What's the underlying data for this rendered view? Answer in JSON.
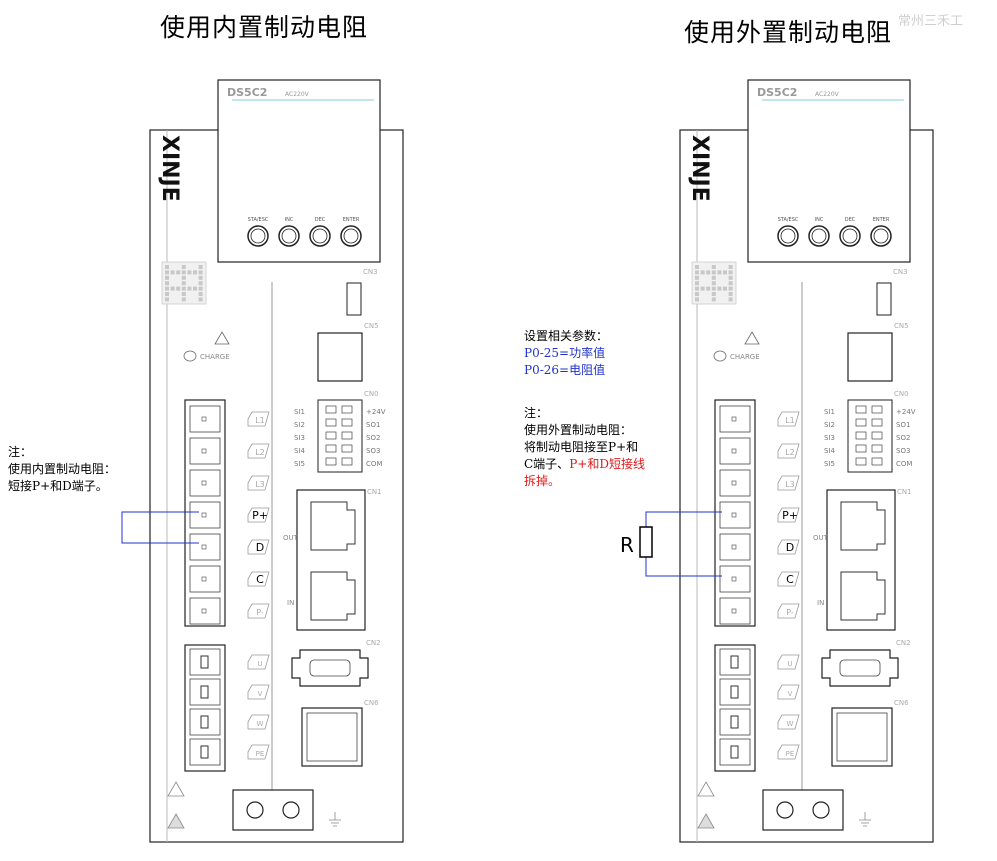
{
  "titles": {
    "internal": "使用内置制动电阻",
    "external": "使用外置制动电阻"
  },
  "watermark": "常州三禾工",
  "device": {
    "brand": "XINJE",
    "model": "DS5C2",
    "model_suffix": "AC220V",
    "buttons": [
      "STA/ESC",
      "INC",
      "DEC",
      "ENTER"
    ],
    "charge": "CHARGE",
    "ports": [
      "CN3",
      "CN5",
      "CN0",
      "CN1",
      "CN2",
      "CN6"
    ],
    "out_label": "OUT",
    "in_label": "IN",
    "cn0_labels": [
      "SI1",
      "SI2",
      "SI3",
      "SI4",
      "SI5"
    ],
    "cn0_right_labels": [
      "+24V",
      "SO1",
      "SO2",
      "SO3",
      "COM"
    ],
    "power_terminals": [
      "L1",
      "L2",
      "L3",
      "P+",
      "D",
      "C",
      "P-"
    ],
    "motor_terminals": [
      "U",
      "V",
      "W",
      "PE"
    ]
  },
  "left_note": {
    "line1": "注：",
    "line2": "使用内置制动电阻：",
    "line3": "短接P+和D端子。"
  },
  "right_params": {
    "line1": "设置相关参数：",
    "line2": "P0-25=功率值",
    "line3": "P0-26=电阻值"
  },
  "right_note": {
    "line1": "注：",
    "line2": "使用外置制动电阻：",
    "line3": "将制动电阻接至P+和",
    "line4a": "C端子、",
    "line4b": "P+和D短接线",
    "line5": "拆掉。"
  },
  "resistor_label": "R",
  "colors": {
    "wire": "#2233cc",
    "warning": "#e01919"
  }
}
